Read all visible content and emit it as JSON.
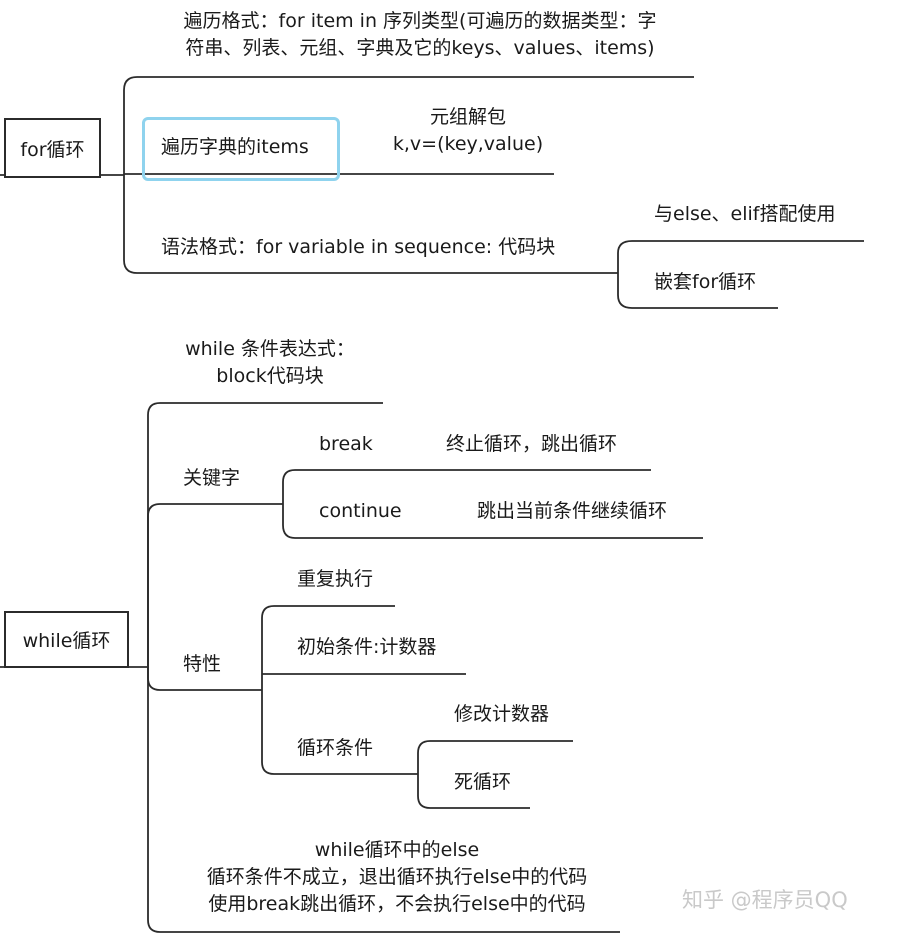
{
  "for_loop": {
    "root": "for循环",
    "traverse_format_line1": "遍历格式：for item in 序列类型(可遍历的数据类型：字",
    "traverse_format_line2": "符串、列表、元组、字典及它的keys、values、items)",
    "dict_items": "遍历字典的items",
    "tuple_unpack_line1": "元组解包",
    "tuple_unpack_line2": "k,v=(key,value)",
    "syntax": "语法格式：for variable in sequence: 代码块",
    "with_else": "与else、elif搭配使用",
    "nested": "嵌套for循环"
  },
  "while_loop": {
    "root": "while循环",
    "cond_line1": "while 条件表达式：",
    "cond_line2": "block代码块",
    "keywords": "关键字",
    "break": "break",
    "break_desc": "终止循环，跳出循环",
    "continue": "continue",
    "continue_desc": "跳出当前条件继续循环",
    "features": "特性",
    "repeat": "重复执行",
    "init_cond": "初始条件:计数器",
    "loop_cond": "循环条件",
    "modify_counter": "修改计数器",
    "dead_loop": "死循环",
    "else_title": "while循环中的else",
    "else_line1": "循环条件不成立，退出循环执行else中的代码",
    "else_line2": "使用break跳出循环，不会执行else中的代码"
  },
  "watermark": "知乎 @程序员QQ",
  "colors": {
    "line": "#2b2b2b",
    "highlight": "#8fd3ee"
  }
}
